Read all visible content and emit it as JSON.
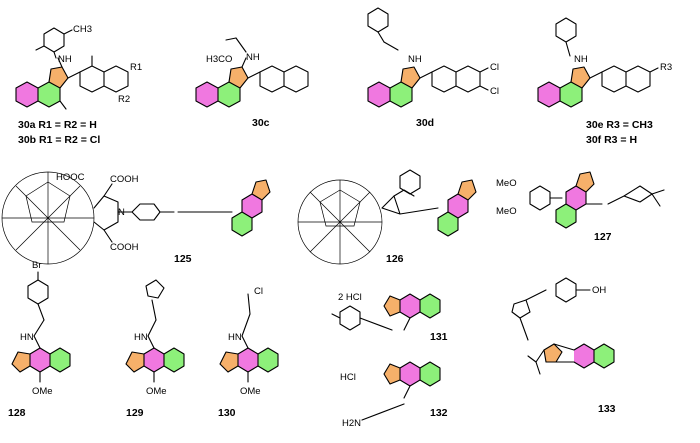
{
  "colors": {
    "pink": "#f078e0",
    "green": "#8df07a",
    "orange": "#f6b06a"
  },
  "labels": {
    "c30ab": {
      "ch3": "CH3",
      "nh": "NH",
      "r1": "R1",
      "r2": "R2",
      "line1": "30a R1 = R2 = H",
      "line2": "30b R1 = R2 = Cl"
    },
    "c30c": {
      "methoxy": "H3CO",
      "nh": "NH",
      "name": "30c"
    },
    "c30d": {
      "nh": "NH",
      "cl1": "Cl",
      "cl2": "Cl",
      "name": "30d"
    },
    "c30ef": {
      "nh": "NH",
      "r3": "R3",
      "line1": "30e R3 = CH3",
      "line2": "30f R3 = H"
    },
    "c125": {
      "cooh1": "COOH",
      "cooh2": "COOH",
      "hooc": "HOOC",
      "n": "N",
      "name": "125"
    },
    "c126": {
      "name": "126"
    },
    "c127": {
      "meo1": "MeO",
      "meo2": "MeO",
      "name": "127"
    },
    "c128": {
      "br": "Br",
      "hn": "HN",
      "ome": "OMe",
      "name": "128"
    },
    "c129": {
      "hn": "HN",
      "ome": "OMe",
      "name": "129"
    },
    "c130": {
      "cl": "Cl",
      "hn": "HN",
      "ome": "OMe",
      "name": "130"
    },
    "c131": {
      "hcl": "2 HCl",
      "name": "131"
    },
    "c132": {
      "hcl": "HCl",
      "h2n": "H2N",
      "name": "132"
    },
    "c133": {
      "oh": "OH",
      "name": "133"
    }
  }
}
